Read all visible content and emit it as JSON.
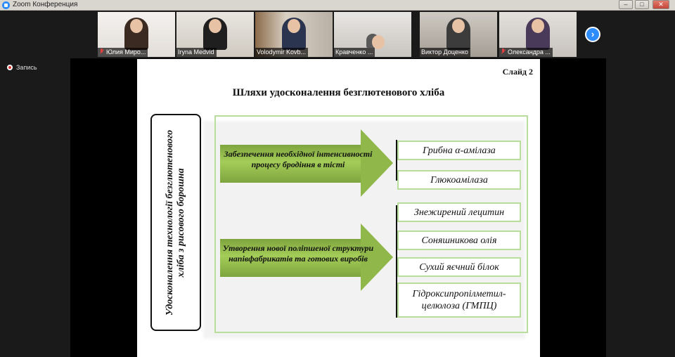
{
  "window": {
    "title": "Zoom Конференция"
  },
  "participants": [
    {
      "name": "Юлия Миро...",
      "muted": true
    },
    {
      "name": "Iryna Medvid",
      "muted": false,
      "active": true
    },
    {
      "name": "Volodymir Kovb...",
      "muted": false
    },
    {
      "name": "Кравченко ...",
      "muted": false
    },
    {
      "name": "Виктор Доценко",
      "muted": false
    },
    {
      "name": "Олександра ...",
      "muted": true
    }
  ],
  "recording": {
    "label": "Запись"
  },
  "slide": {
    "number": "Слайд 2",
    "title": "Шляхи удосконалення безглютенового хліба",
    "vertical_text": "Удосконалення технології безглютенового хліба з рисового борошна",
    "arrows": [
      "Забезпечення необхідної інтенсивності процесу бродіння в тісті",
      "Утворення нової поліпшеної структури напівфабрикатів та готових виробів"
    ],
    "group1": [
      "Грибна α-амілаза",
      "Глюкоамілаза"
    ],
    "group2": [
      "Знежирений лецитин",
      "Соняшникова олія",
      "Сухий яєчний білок",
      "Гідроксипропілметил-целюлоза (ГМПЦ)"
    ]
  },
  "colors": {
    "accent_green": "#b9dd9a",
    "zoom_blue": "#2d8cff",
    "arrow_green": "#8fb74a"
  }
}
